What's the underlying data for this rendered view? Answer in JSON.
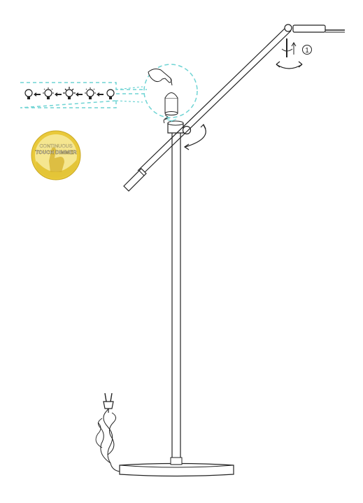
{
  "badge": {
    "line1": "CONTINUOUS",
    "line2": "TOUCH DIMMER",
    "colors": {
      "outer": "#f2d64a",
      "inner": "#f7e98a",
      "text": "#ffffff",
      "shadow": "#8a7a2a"
    }
  },
  "rotation_marker": {
    "label": "1"
  },
  "dimmer_sequence": {
    "steps": 5,
    "frame_color": "#6fd4d4"
  },
  "colors": {
    "stroke": "#222222",
    "accent": "#6fd4d4"
  },
  "icons": [
    "bulb-icon",
    "arrow-left-icon",
    "hand-touch-icon",
    "plug-icon",
    "rotate-arrow-icon"
  ]
}
